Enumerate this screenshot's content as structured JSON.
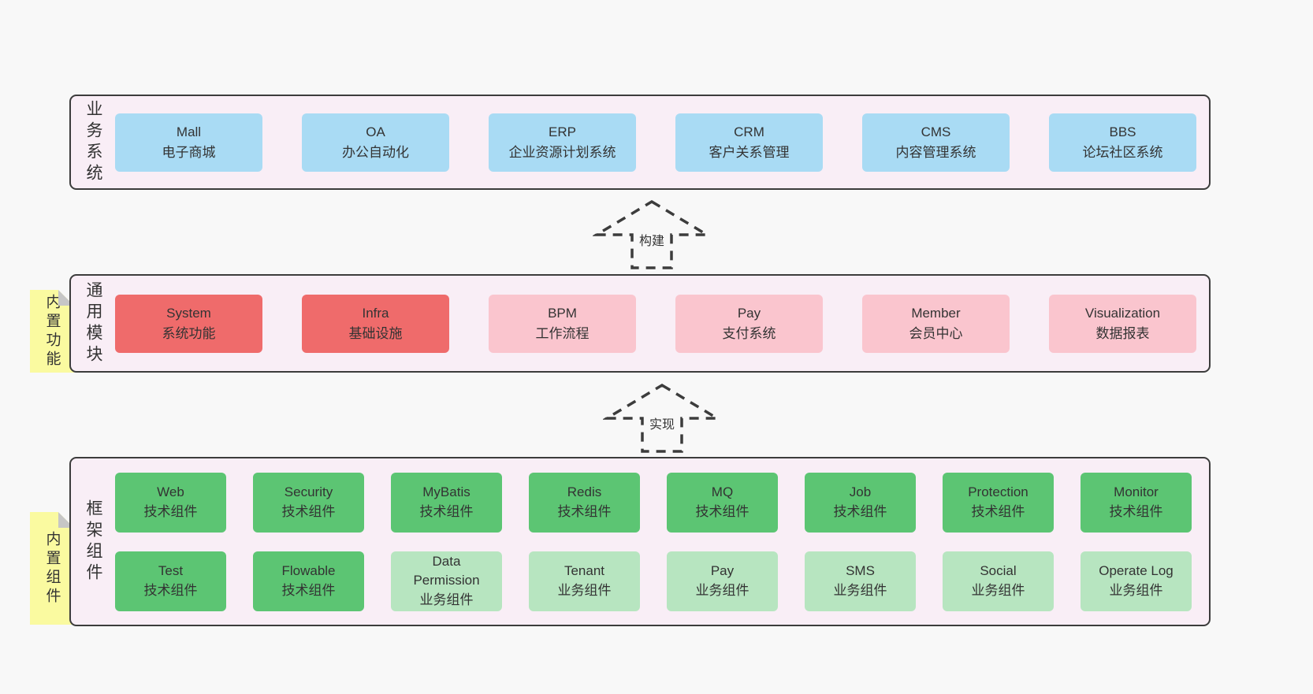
{
  "colors": {
    "page-bg": "#f8f8f8",
    "layer-bg": "#f9eef6",
    "border": "#3c3c3c",
    "text": "#333333",
    "blue": "#a9dbf4",
    "red": "#ef6b6b",
    "pink": "#fac5ce",
    "green": "#5cc573",
    "green-light": "#b7e5c0",
    "yellow": "#fafaa0",
    "fold-gray": "#c6c6c6"
  },
  "arrows": [
    {
      "label": "构建"
    },
    {
      "label": "实现"
    }
  ],
  "layers": [
    {
      "label": "业务系统",
      "boxes": [
        {
          "title": "Mall",
          "subtitle": "电子商城"
        },
        {
          "title": "OA",
          "subtitle": "办公自动化"
        },
        {
          "title": "ERP",
          "subtitle": "企业资源计划系统"
        },
        {
          "title": "CRM",
          "subtitle": "客户关系管理"
        },
        {
          "title": "CMS",
          "subtitle": "内容管理系统"
        },
        {
          "title": "BBS",
          "subtitle": "论坛社区系统"
        }
      ]
    },
    {
      "label": "通用模块",
      "note": "内置功能",
      "boxes": [
        {
          "title": "System",
          "subtitle": "系统功能"
        },
        {
          "title": "Infra",
          "subtitle": "基础设施"
        },
        {
          "title": "BPM",
          "subtitle": "工作流程"
        },
        {
          "title": "Pay",
          "subtitle": "支付系统"
        },
        {
          "title": "Member",
          "subtitle": "会员中心"
        },
        {
          "title": "Visualization",
          "subtitle": "数据报表"
        }
      ]
    },
    {
      "label": "框架组件",
      "note": "内置组件",
      "rows": [
        [
          {
            "title": "Web",
            "subtitle": "技术组件"
          },
          {
            "title": "Security",
            "subtitle": "技术组件"
          },
          {
            "title": "MyBatis",
            "subtitle": "技术组件"
          },
          {
            "title": "Redis",
            "subtitle": "技术组件"
          },
          {
            "title": "MQ",
            "subtitle": "技术组件"
          },
          {
            "title": "Job",
            "subtitle": "技术组件"
          },
          {
            "title": "Protection",
            "subtitle": "技术组件"
          },
          {
            "title": "Monitor",
            "subtitle": "技术组件"
          }
        ],
        [
          {
            "title": "Test",
            "subtitle": "技术组件"
          },
          {
            "title": "Flowable",
            "subtitle": "技术组件"
          },
          {
            "title": "Data Permission",
            "subtitle": "业务组件"
          },
          {
            "title": "Tenant",
            "subtitle": "业务组件"
          },
          {
            "title": "Pay",
            "subtitle": "业务组件"
          },
          {
            "title": "SMS",
            "subtitle": "业务组件"
          },
          {
            "title": "Social",
            "subtitle": "业务组件"
          },
          {
            "title": "Operate Log",
            "subtitle": "业务组件"
          }
        ]
      ]
    }
  ]
}
